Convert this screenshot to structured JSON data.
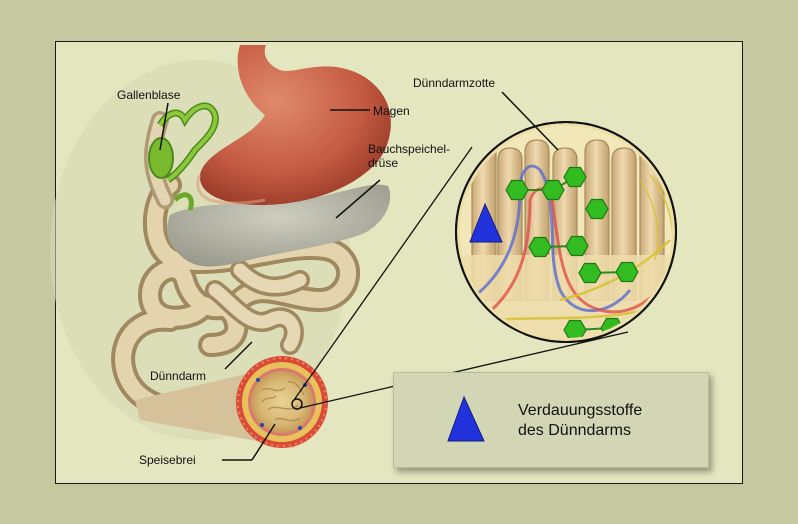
{
  "labels": {
    "gallenblase": "Gallenblase",
    "magen": "Magen",
    "bauchspeichel_1": "Bauchspeichel-",
    "bauchspeichel_2": "drüse",
    "duenndarmzotte": "Dünndarmzotte",
    "duenndarm": "Dünndarm",
    "speisebrei": "Speisebrei"
  },
  "legend": {
    "line1": "Verdauungsstoffe",
    "line2": "des Dünndarms"
  },
  "colors": {
    "background": "#c6c9a0",
    "panel": "#e4e6c0",
    "stomach": "#c8644c",
    "pancreas": "#b4b4a4",
    "intestine": "#d8c8a4",
    "gallbladder": "#7ab82e",
    "villi": "#e0c89a",
    "hexagon": "#33bb22",
    "triangle": "#2233dd"
  }
}
